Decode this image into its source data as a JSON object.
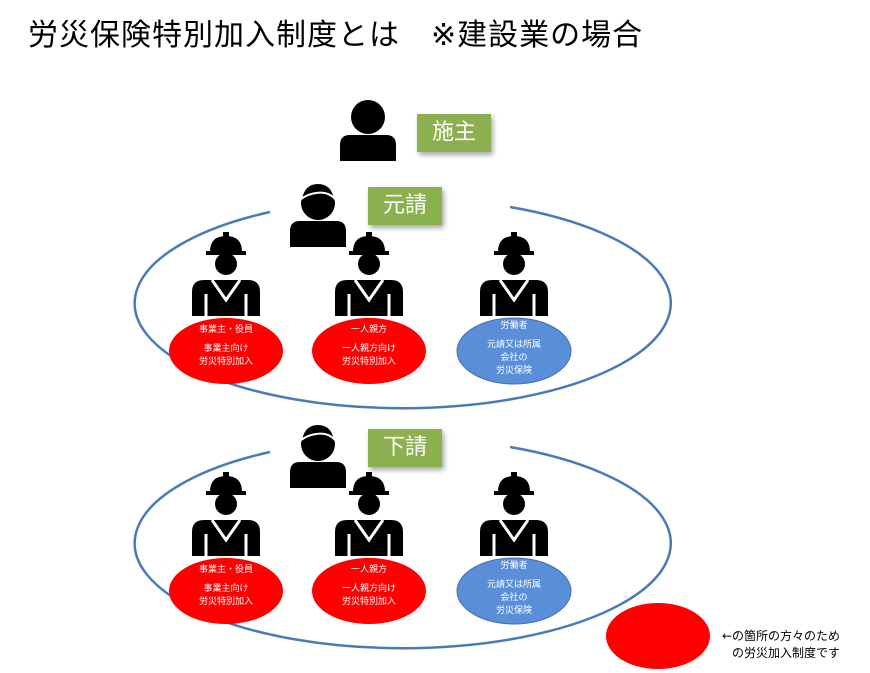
{
  "title": "労災保険特別加入制度とは　※建設業の場合",
  "tags": {
    "client": "施主",
    "prime": "元請",
    "sub": "下請"
  },
  "groups": [
    {
      "name": "prime-group",
      "employer_title": "事業主・役員",
      "employer_body": "事業主向け\n労災特別加入",
      "solo_title": "一人親方",
      "solo_body": "一人親方向け\n労災特別加入",
      "worker_title": "労働者",
      "worker_body": "元請又は所属\n会社の\n労災保険"
    },
    {
      "name": "sub-group",
      "employer_title": "事業主・役員",
      "employer_body": "事業主向け\n労災特別加入",
      "solo_title": "一人親方",
      "solo_body": "一人親方向け\n労災特別加入",
      "worker_title": "労働者",
      "worker_body": "元請又は所属\n会社の\n労災保険"
    }
  ],
  "legend": {
    "line1": "←の箇所の方々のため",
    "line2": "の労災加入制度です"
  },
  "colors": {
    "tag_green": "#8cb04f",
    "special_red": "#ff0000",
    "insurance_blue": "#5a8fd8",
    "ellipse_stroke": "#4a7ab8"
  }
}
